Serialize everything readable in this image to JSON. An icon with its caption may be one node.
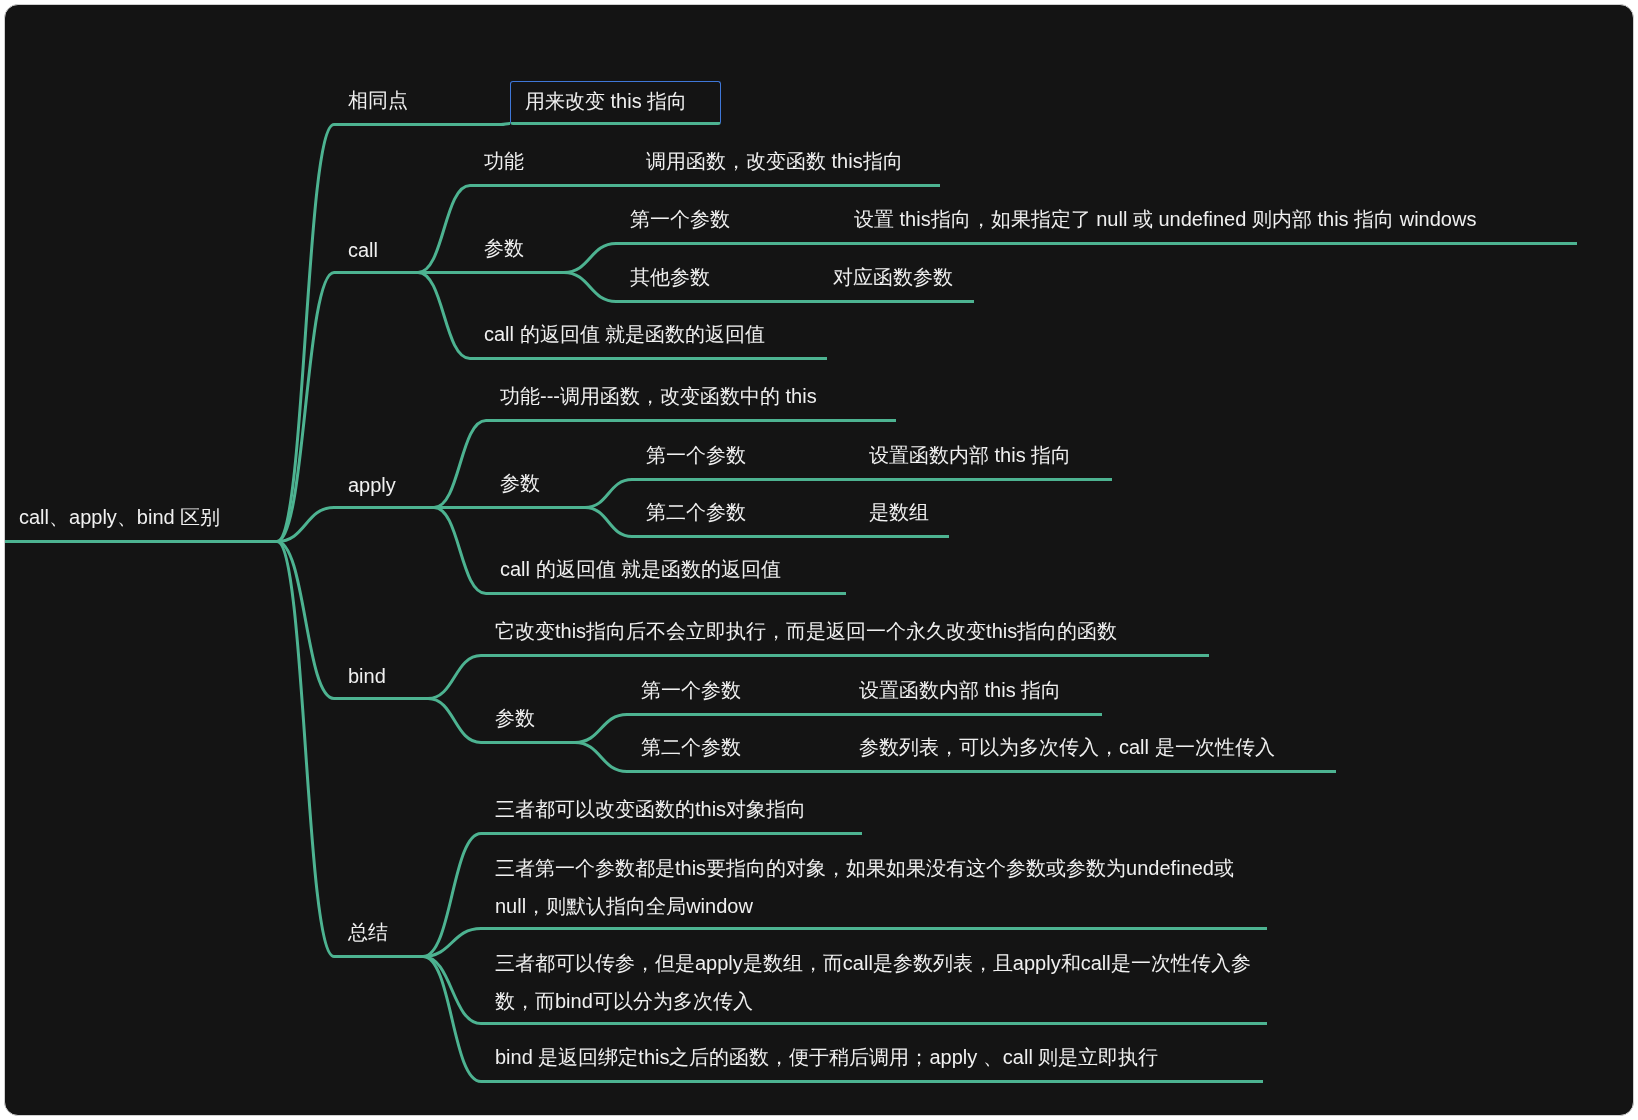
{
  "diagram": {
    "nodes": [
      {
        "text": [
          "call、apply、bind 区别"
        ]
      },
      {
        "text": [
          "相同点"
        ]
      },
      {
        "text": [
          "用来改变 this 指向"
        ]
      },
      {
        "text": [
          "call"
        ]
      },
      {
        "text": [
          "功能"
        ]
      },
      {
        "text": [
          "调用函数，改变函数 this指向"
        ]
      },
      {
        "text": [
          "参数"
        ]
      },
      {
        "text": [
          "第一个参数"
        ]
      },
      {
        "text": [
          "设置 this指向，如果指定了 null 或 undefined 则内部 this 指向 windows"
        ]
      },
      {
        "text": [
          "其他参数"
        ]
      },
      {
        "text": [
          "对应函数参数"
        ]
      },
      {
        "text": [
          "call 的返回值 就是函数的返回值"
        ]
      },
      {
        "text": [
          "apply"
        ]
      },
      {
        "text": [
          "功能---调用函数，改变函数中的 this"
        ]
      },
      {
        "text": [
          "参数"
        ]
      },
      {
        "text": [
          "第一个参数"
        ]
      },
      {
        "text": [
          "设置函数内部 this 指向"
        ]
      },
      {
        "text": [
          "第二个参数"
        ]
      },
      {
        "text": [
          "是数组"
        ]
      },
      {
        "text": [
          "call 的返回值 就是函数的返回值"
        ]
      },
      {
        "text": [
          "bind"
        ]
      },
      {
        "text": [
          "它改变this指向后不会立即执行，而是返回一个永久改变this指向的函数"
        ]
      },
      {
        "text": [
          "参数"
        ]
      },
      {
        "text": [
          "第一个参数"
        ]
      },
      {
        "text": [
          "设置函数内部 this 指向"
        ]
      },
      {
        "text": [
          "第二个参数"
        ]
      },
      {
        "text": [
          "参数列表，可以为多次传入，call 是一次性传入"
        ]
      },
      {
        "text": [
          "总结"
        ]
      },
      {
        "text": [
          "三者都可以改变函数的this对象指向"
        ]
      },
      {
        "text": [
          "三者第一个参数都是this要指向的对象，如果如果没有这个参数或参数为undefined或null，则默认指向全局window"
        ]
      },
      {
        "text": [
          "三者都可以传参，但是apply是数组，而call是参数列表，且apply和call是一次性传入参数，而bind可以分为多次传入"
        ]
      },
      {
        "text": [
          "bind 是返回绑定this之后的函数，便于稍后调用；apply 、call 则是立即执行"
        ]
      }
    ],
    "edges": [
      {
        "from": 0,
        "to": 1,
        "arrow": "none"
      },
      {
        "from": 0,
        "to": 3,
        "arrow": "none"
      },
      {
        "from": 0,
        "to": 12,
        "arrow": "none"
      },
      {
        "from": 0,
        "to": 20,
        "arrow": "none"
      },
      {
        "from": 0,
        "to": 27,
        "arrow": "none"
      },
      {
        "from": 1,
        "to": 2,
        "arrow": "none"
      },
      {
        "from": 3,
        "to": 4,
        "arrow": "none"
      },
      {
        "from": 3,
        "to": 6,
        "arrow": "none"
      },
      {
        "from": 3,
        "to": 11,
        "arrow": "none"
      },
      {
        "from": 4,
        "to": 5,
        "arrow": "none"
      },
      {
        "from": 6,
        "to": 7,
        "arrow": "none"
      },
      {
        "from": 6,
        "to": 9,
        "arrow": "none"
      },
      {
        "from": 7,
        "to": 8,
        "arrow": "none"
      },
      {
        "from": 9,
        "to": 10,
        "arrow": "none"
      },
      {
        "from": 12,
        "to": 13,
        "arrow": "none"
      },
      {
        "from": 12,
        "to": 14,
        "arrow": "none"
      },
      {
        "from": 12,
        "to": 19,
        "arrow": "none"
      },
      {
        "from": 14,
        "to": 15,
        "arrow": "none"
      },
      {
        "from": 14,
        "to": 17,
        "arrow": "none"
      },
      {
        "from": 15,
        "to": 16,
        "arrow": "none"
      },
      {
        "from": 17,
        "to": 18,
        "arrow": "none"
      },
      {
        "from": 20,
        "to": 21,
        "arrow": "none"
      },
      {
        "from": 20,
        "to": 22,
        "arrow": "none"
      },
      {
        "from": 22,
        "to": 23,
        "arrow": "none"
      },
      {
        "from": 22,
        "to": 25,
        "arrow": "none"
      },
      {
        "from": 23,
        "to": 24,
        "arrow": "none"
      },
      {
        "from": 25,
        "to": 26,
        "arrow": "none"
      },
      {
        "from": 27,
        "to": 28,
        "arrow": "none"
      },
      {
        "from": 27,
        "to": 29,
        "arrow": "none"
      },
      {
        "from": 27,
        "to": 30,
        "arrow": "none"
      },
      {
        "from": 27,
        "to": 31,
        "arrow": "none"
      }
    ]
  }
}
